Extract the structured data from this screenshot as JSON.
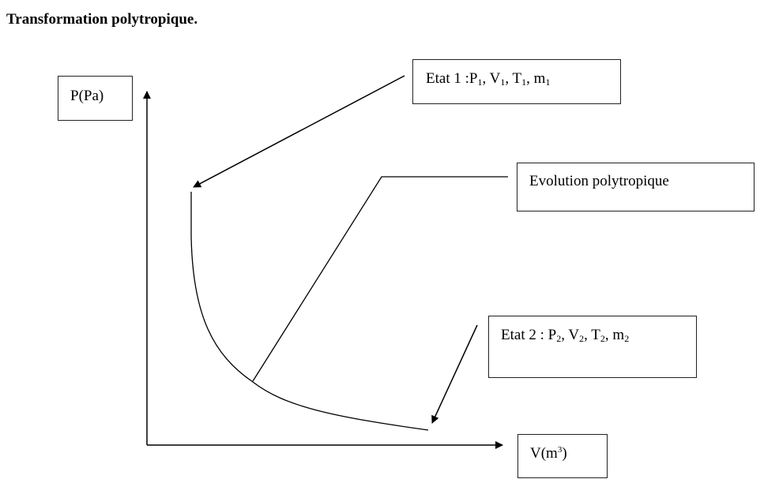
{
  "title": "Transformation polytropique.",
  "y_axis_label": {
    "main": "P(Pa)"
  },
  "x_axis_label": {
    "pre": "V(m",
    "sup": "3",
    "post": ")"
  },
  "state1": {
    "prefix": "Etat 1 :",
    "parts": [
      [
        "P",
        "1",
        ", "
      ],
      [
        "V",
        "1",
        ", "
      ],
      [
        "T",
        "1",
        ", "
      ],
      [
        "m",
        "1",
        ""
      ]
    ]
  },
  "evolution": {
    "label": "Evolution polytropique"
  },
  "state2": {
    "prefix": "Etat 2 : ",
    "parts": [
      [
        "P",
        "2",
        ", "
      ],
      [
        "V",
        "2",
        ", "
      ],
      [
        "T",
        "2",
        ", "
      ],
      [
        "m",
        "2",
        ""
      ]
    ]
  }
}
